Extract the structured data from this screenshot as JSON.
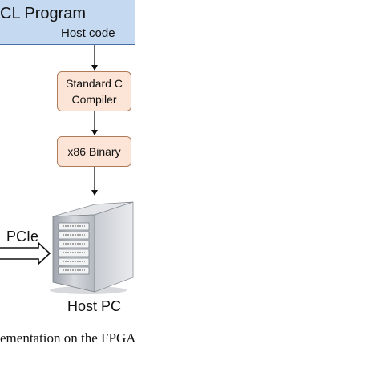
{
  "program": {
    "title": "CL Program",
    "subtitle": "Host code"
  },
  "steps": {
    "compiler_line1": "Standard C",
    "compiler_line2": "Compiler",
    "binary": "x86 Binary"
  },
  "link": {
    "label": "PCIe"
  },
  "host": {
    "label": "Host PC",
    "icon": "server-tower-icon"
  },
  "caption": "ementation on the FPGA",
  "colors": {
    "program_fill": "#c5d9f1",
    "step_fill": "#fce4d6"
  }
}
